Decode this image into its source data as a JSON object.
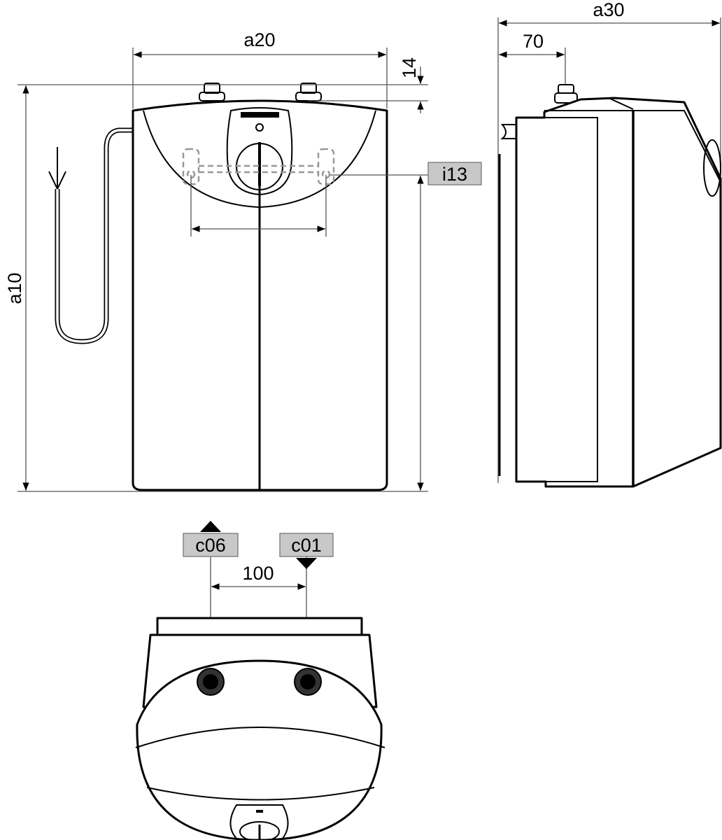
{
  "labels": {
    "width_front": "a20",
    "height": "a10",
    "connector_height": "14",
    "depth": "a30",
    "connector_offset": "70",
    "connector_spacing": "100"
  },
  "tags": {
    "mount_holes": "i13",
    "hot_water_outlet": "c06",
    "cold_water_inlet": "c01"
  },
  "colors": {
    "tag_fill": "#c8c8c8",
    "line": "#000000",
    "dimension_line": "#555555"
  }
}
